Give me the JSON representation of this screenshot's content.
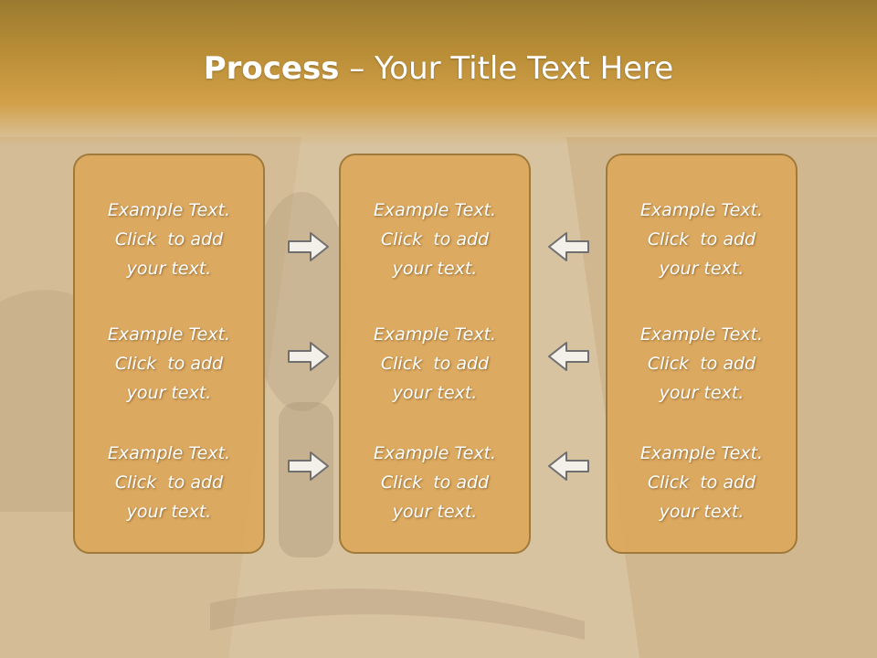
{
  "slide": {
    "title_bold": "Process",
    "title_rest": " – Your Title Text Here"
  },
  "columns": [
    {
      "blocks": [
        {
          "line1": "Example Text.",
          "line2": "Click  to add",
          "line3": "your text."
        },
        {
          "line1": "Example Text.",
          "line2": "Click  to add",
          "line3": "your text."
        },
        {
          "line1": "Example Text.",
          "line2": "Click  to add",
          "line3": "your text."
        }
      ]
    },
    {
      "blocks": [
        {
          "line1": "Example Text.",
          "line2": "Click  to add",
          "line3": "your text."
        },
        {
          "line1": "Example Text.",
          "line2": "Click  to add",
          "line3": "your text."
        },
        {
          "line1": "Example Text.",
          "line2": "Click  to add",
          "line3": "your text."
        }
      ]
    },
    {
      "blocks": [
        {
          "line1": "Example Text.",
          "line2": "Click  to add",
          "line3": "your text."
        },
        {
          "line1": "Example Text.",
          "line2": "Click  to add",
          "line3": "your text."
        },
        {
          "line1": "Example Text.",
          "line2": "Click  to add",
          "line3": "your text."
        }
      ]
    }
  ],
  "arrows": {
    "left": [
      "arrow-right-icon",
      "arrow-right-icon",
      "arrow-right-icon"
    ],
    "right": [
      "arrow-left-icon",
      "arrow-left-icon",
      "arrow-left-icon"
    ]
  },
  "colors": {
    "box_fill": "#dda85c",
    "box_border": "#a07a3a",
    "header": "#c9953e",
    "text": "#ffffff"
  }
}
